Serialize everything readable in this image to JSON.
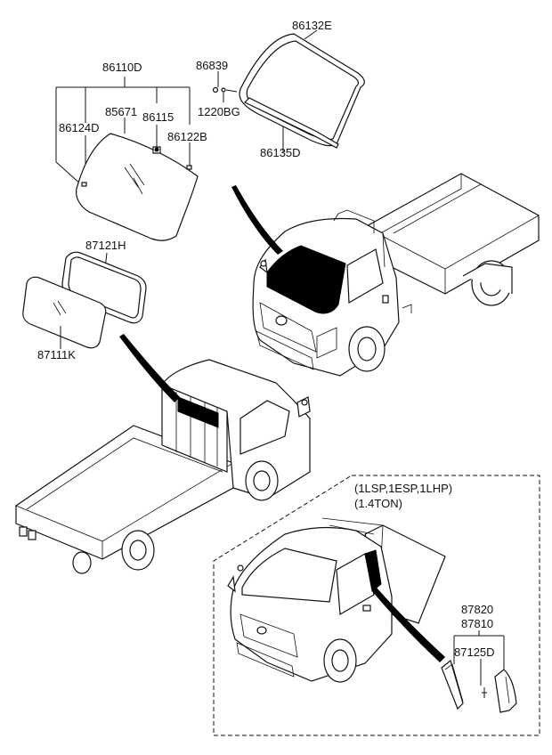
{
  "labels": {
    "windshield_glass": "86110D",
    "windshield_moulding_upper": "86132E",
    "windshield_moulding_lower": "86135D",
    "bolt_clip": "86839",
    "bolt": "1220BG",
    "dam": "85671",
    "mirror_bracket": "86115",
    "spacer_rh": "86122B",
    "spacer_lh": "86124D",
    "rear_window_weatherstrip": "87121H",
    "rear_window_glass": "87111K",
    "variant_line1": "(1LSP,1ESP,1LHP)",
    "variant_line2": "(1.4TON)",
    "quarter_glass_lh": "87820",
    "quarter_glass_rh": "87810",
    "quarter_moulding": "87125D"
  }
}
